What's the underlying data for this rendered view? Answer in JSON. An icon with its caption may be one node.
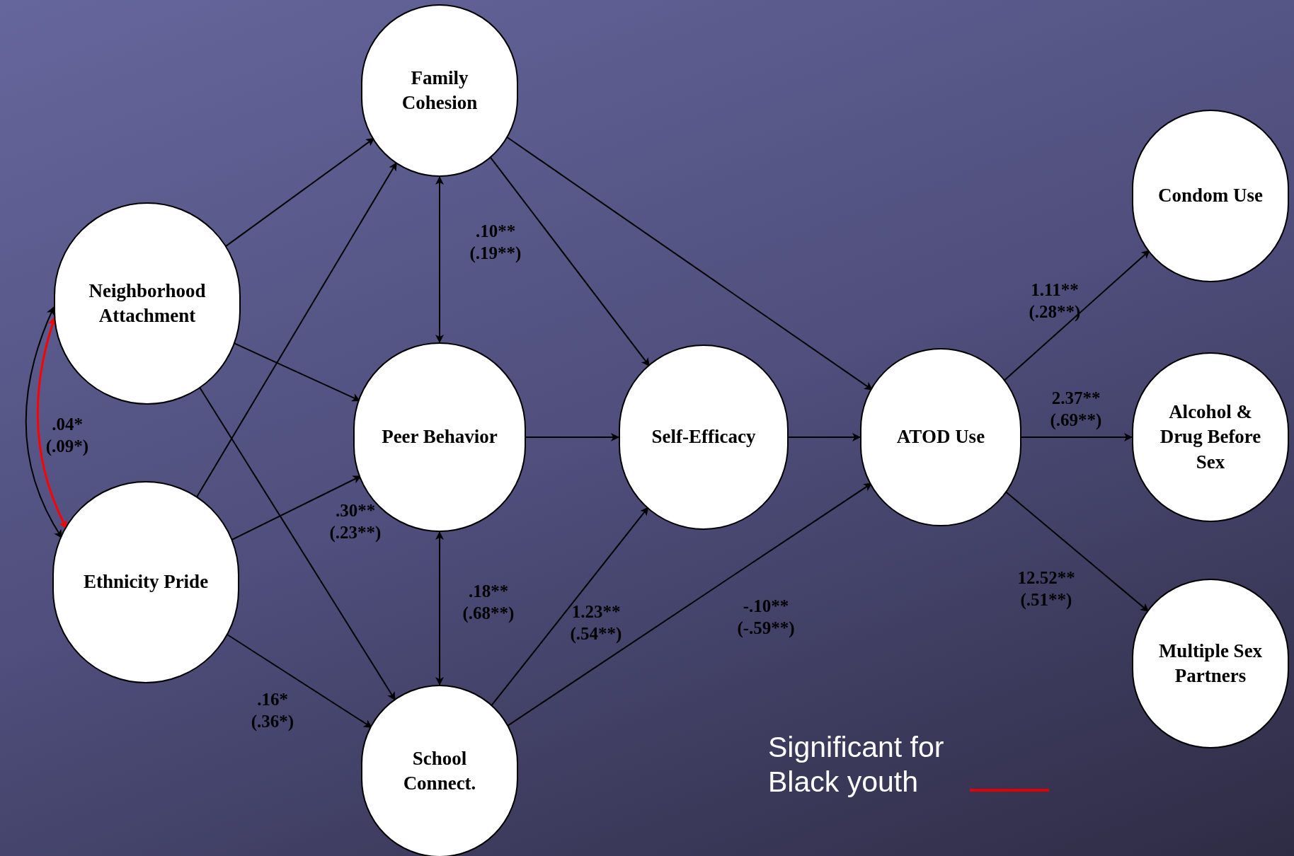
{
  "diagram": {
    "nodes": [
      {
        "text": [
          "Family Cohesion"
        ]
      },
      {
        "text": [
          "Neighborhood Attachment"
        ]
      },
      {
        "text": [
          "Peer Behavior"
        ]
      },
      {
        "text": [
          "Self-Efficacy"
        ]
      },
      {
        "text": [
          "ATOD Use"
        ]
      },
      {
        "text": [
          "Condom Use"
        ]
      },
      {
        "text": [
          "Alcohol & Drug Before Sex"
        ]
      },
      {
        "text": [
          "Ethnicity Pride"
        ]
      },
      {
        "text": [
          "School Connect."
        ]
      },
      {
        "text": [
          "Multiple Sex Partners"
        ]
      }
    ],
    "edges": [
      {
        "from": 1,
        "to": 7,
        "arrow": "both",
        "label": ".04* (.09*)"
      },
      {
        "from": 1,
        "to": 7,
        "arrow": "both",
        "color": "#ff0000"
      },
      {
        "from": 1,
        "to": 0,
        "arrow": "to"
      },
      {
        "from": 1,
        "to": 2,
        "arrow": "to"
      },
      {
        "from": 1,
        "to": 8,
        "arrow": "to"
      },
      {
        "from": 7,
        "to": 0,
        "arrow": "to"
      },
      {
        "from": 7,
        "to": 2,
        "arrow": "to",
        "label": ".30** (.23**)"
      },
      {
        "from": 7,
        "to": 8,
        "arrow": "to",
        "label": ".16* (.36*)"
      },
      {
        "from": 0,
        "to": 2,
        "arrow": "both",
        "label": ".10** (.19**)"
      },
      {
        "from": 2,
        "to": 8,
        "arrow": "both",
        "label": ".18** (.68**)"
      },
      {
        "from": 0,
        "to": 3,
        "arrow": "to"
      },
      {
        "from": 0,
        "to": 4,
        "arrow": "to"
      },
      {
        "from": 2,
        "to": 3,
        "arrow": "to"
      },
      {
        "from": 3,
        "to": 4,
        "arrow": "to"
      },
      {
        "from": 8,
        "to": 3,
        "arrow": "to",
        "label": "1.23** (.54**)"
      },
      {
        "from": 8,
        "to": 4,
        "arrow": "to",
        "label": "-.10** (-.59**)"
      },
      {
        "from": 4,
        "to": 5,
        "arrow": "to",
        "label": "1.11** (.28**)"
      },
      {
        "from": 4,
        "to": 6,
        "arrow": "to",
        "label": "2.37** (.69**)"
      },
      {
        "from": 4,
        "to": 9,
        "arrow": "to",
        "label": "12.52** (.51**)"
      }
    ],
    "legend": [
      {
        "text": "Significant for Black youth"
      }
    ]
  }
}
